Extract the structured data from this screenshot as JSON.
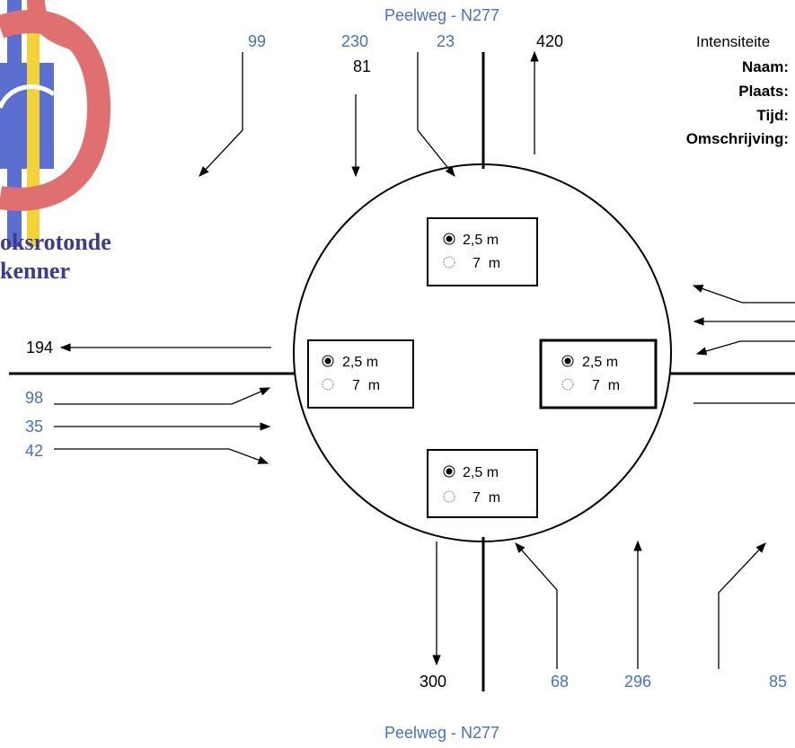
{
  "logo": {
    "line1": "oksrotonde",
    "line2": "kenner"
  },
  "info_panel": {
    "heading": "Intensiteite",
    "fields": [
      "Naam:",
      "Plaats:",
      "Tijd:",
      "Omschrijving:"
    ]
  },
  "roads": {
    "north_name": "Peelweg - N277",
    "south_name": "Peelweg - N277"
  },
  "flows": {
    "north_in_right": "99",
    "north_in_straight": "230",
    "north_in_left": "23",
    "north_out": "420",
    "north_extra": "81",
    "west_out": "194",
    "west_in_left": "98",
    "west_in_straight": "35",
    "west_in_right": "42",
    "south_out": "300",
    "south_in_left": "68",
    "south_in_straight": "296",
    "south_in_right": "85"
  },
  "splitter_options": {
    "north": [
      "2,5 m",
      "7  m"
    ],
    "west": [
      "2,5 m",
      "7  m"
    ],
    "east": [
      "2,5 m",
      "7  m"
    ],
    "south": [
      "2,5 m",
      "7  m"
    ],
    "selected": "2,5 m"
  },
  "colors": {
    "flow_input": "#4472c4",
    "logo_red": "#e07070",
    "logo_blue": "#5a6fd0",
    "logo_yellow": "#f2d33a"
  }
}
